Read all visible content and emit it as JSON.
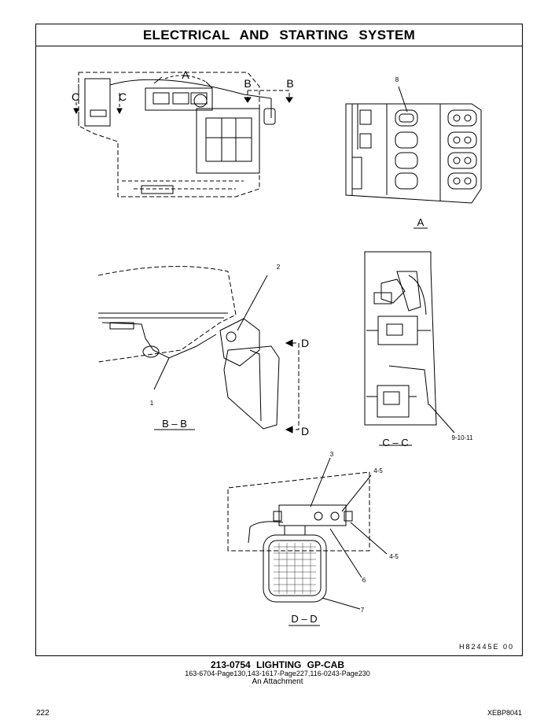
{
  "header": {
    "title": "ELECTRICAL AND STARTING SYSTEM"
  },
  "views": {
    "view_a": "A",
    "view_b": "B",
    "view_c": "C",
    "view_d": "D",
    "section_a": "A",
    "section_bb": "B – B",
    "section_cc": "C – C",
    "section_dd": "D – D"
  },
  "callouts": {
    "c1": "1",
    "c2": "2",
    "c3": "3",
    "c45a": "4-5",
    "c45b": "4-5",
    "c6": "6",
    "c7": "7",
    "c8": "8",
    "c91011": "9-10-11"
  },
  "drawing_code": "H82445E   00",
  "caption": {
    "title": "213-0754 LIGHTING GP-CAB",
    "refs": "163-6704-Page130,143-1617-Page227,116-0243-Page230",
    "sub": "An Attachment"
  },
  "footer": {
    "page": "222",
    "doc": "XEBP8041"
  }
}
